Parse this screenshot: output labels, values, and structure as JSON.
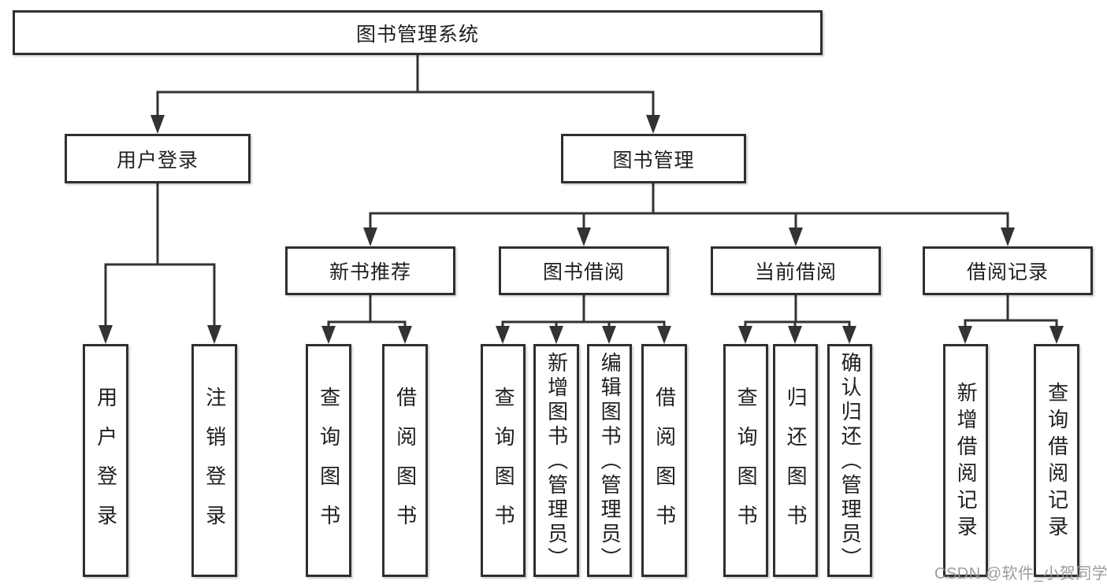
{
  "root": {
    "label": "图书管理系统"
  },
  "level2": {
    "user": {
      "label": "用户登录"
    },
    "mgmt": {
      "label": "图书管理"
    }
  },
  "userChildren": [
    "用户登录",
    "注销登录"
  ],
  "groups": [
    {
      "label": "新书推荐",
      "children": [
        "查询图书",
        "借阅图书"
      ]
    },
    {
      "label": "图书借阅",
      "children": [
        "查询图书",
        "新增图书（管理员）",
        "编辑图书（管理员）",
        "借阅图书"
      ]
    },
    {
      "label": "当前借阅",
      "children": [
        "查询图书",
        "归还图书",
        "确认归还（管理员）"
      ]
    },
    {
      "label": "借阅记录",
      "children": [
        "新增借阅记录",
        "查询借阅记录"
      ]
    }
  ],
  "watermark": {
    "text": "CSDN @软件_小贺同学",
    "color": "#929498"
  },
  "colors": {
    "line": "#333333",
    "border": "#2f2f2f",
    "text": "#1f1f1f",
    "background": "#ffffff"
  }
}
